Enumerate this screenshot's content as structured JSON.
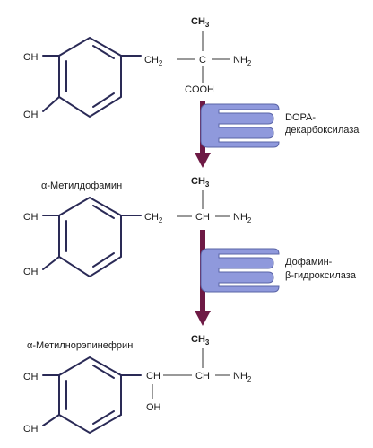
{
  "compounds": [
    {
      "name": "",
      "oh_top": "OH",
      "oh_bottom": "OH",
      "ch3_main": "CH",
      "ch3_sub": "3",
      "left_main": "CH",
      "left_sub": "2",
      "center": "C",
      "right_main": "NH",
      "right_sub": "2",
      "below": "COOH"
    },
    {
      "name": "α-Метилдофамин",
      "oh_top": "OH",
      "oh_bottom": "OH",
      "ch3_main": "CH",
      "ch3_sub": "3",
      "left_main": "CH",
      "left_sub": "2",
      "center": "CH",
      "right_main": "NH",
      "right_sub": "2"
    },
    {
      "name": "α-Метилнорэпинефрин",
      "oh_top": "OH",
      "oh_bottom": "OH",
      "ch3_main": "CH",
      "ch3_sub": "3",
      "left_main": "CH",
      "center": "CH",
      "right_main": "NH",
      "right_sub": "2",
      "below_left": "OH"
    }
  ],
  "enzymes": [
    {
      "line1": "DOPA-",
      "line2": "декарбоксилаза"
    },
    {
      "line1": "Дофамин-",
      "line2": "β-гидроксилаза"
    }
  ],
  "colors": {
    "arrow": "#6e1a45",
    "enzyme_fill": "#8f99dc",
    "bond": "#2a2a56"
  }
}
